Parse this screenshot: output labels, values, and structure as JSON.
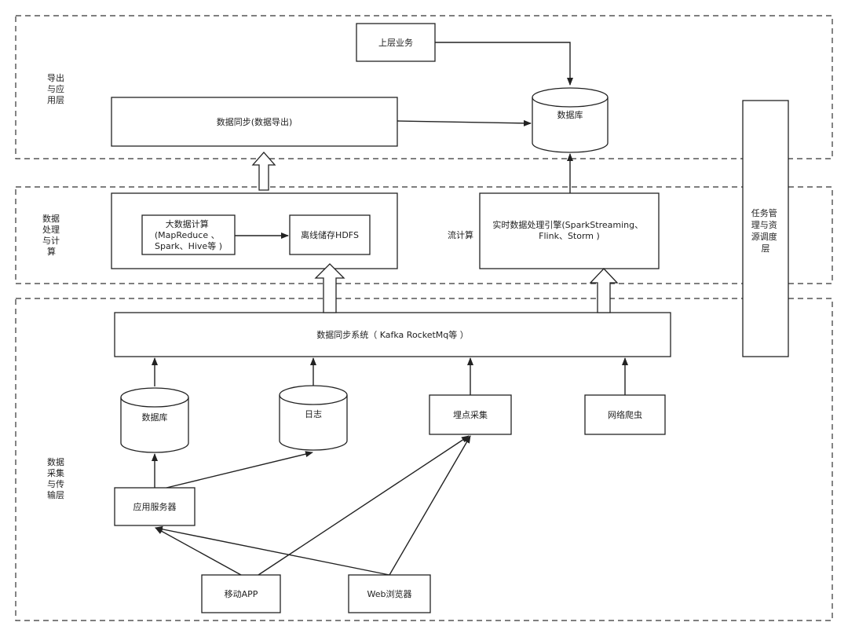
{
  "layers": {
    "export": [
      "导出",
      "与应",
      "用层"
    ],
    "processing": [
      "数据",
      "处理",
      "与计",
      "算"
    ],
    "collection": [
      "数据",
      "采集",
      "与传",
      "输层"
    ]
  },
  "stream_label": "流计算",
  "task_manager": [
    "任务管",
    "理与资",
    "源调度",
    "层"
  ],
  "nodes": {
    "upper_business": "上层业务",
    "data_sync_export": "数据同步(数据导出)",
    "database_top": "数据库",
    "bigdata_compute": [
      "大数据计算",
      "(MapReduce 、",
      "Spark、Hive等 )"
    ],
    "offline_hdfs": "离线储存HDFS",
    "realtime_engine": [
      "实时数据处理引擎(SparkStreaming、",
      "Flink、Storm )"
    ],
    "sync_system": "数据同步系统（ Kafka RocketMq等 ）",
    "database_bottom": "数据库",
    "log": "日志",
    "tracking": "埋点采集",
    "crawler": "网络爬虫",
    "app_server": "应用服务器",
    "mobile_app": "移动APP",
    "web_browser": "Web浏览器"
  }
}
